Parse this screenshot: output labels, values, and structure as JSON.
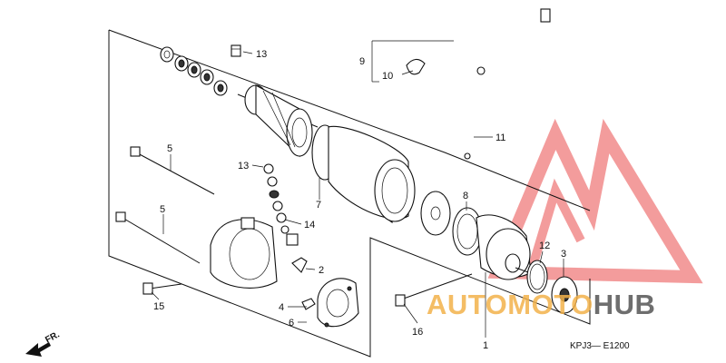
{
  "diagram": {
    "code": "KPJ3— E1200",
    "direction_label": "FR.",
    "callouts": {
      "c1": "1",
      "c2": "2",
      "c3": "3",
      "c4": "4",
      "c5a": "5",
      "c5b": "5",
      "c6": "6",
      "c7": "7",
      "c8": "8",
      "c9": "9",
      "c10": "10",
      "c11": "11",
      "c12": "12",
      "c13a": "13",
      "c13b": "13",
      "c14": "14",
      "c15": "15",
      "c16": "16"
    }
  },
  "watermark": {
    "part1": "AUTOMOTO",
    "part2": "HUB",
    "color_accent": "#f2b24a",
    "color_dark": "#555555",
    "logo_color": "#ef7b7b"
  }
}
